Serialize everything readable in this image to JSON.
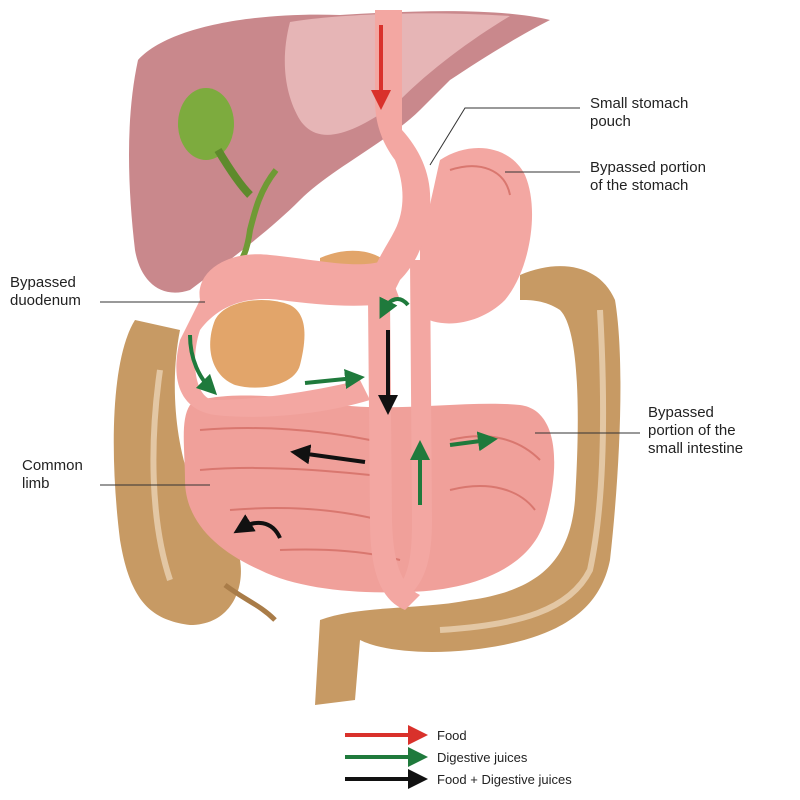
{
  "labels": {
    "small_stomach_pouch": [
      "Small stomach",
      "pouch"
    ],
    "bypassed_stomach": [
      "Bypassed portion",
      "of the stomach"
    ],
    "bypassed_duodenum": [
      "Bypassed",
      "duodenum"
    ],
    "bypassed_small_intestine": [
      "Bypassed",
      "portion of the",
      "small intestine"
    ],
    "common_limb": [
      "Common",
      "limb"
    ]
  },
  "legend": [
    {
      "label": "Food",
      "color": "#d9312b"
    },
    {
      "label": "Digestive juices",
      "color": "#1f7a3c"
    },
    {
      "label": "Food + Digestive juices",
      "color": "#111111"
    }
  ],
  "colors": {
    "liver": "#c9888c",
    "liver_light": "#e6b5b6",
    "gallbladder": "#7dab3e",
    "stomach": "#f3a7a2",
    "stomach_dark": "#d9776f",
    "intestine": "#f0a09a",
    "colon": "#c79a64",
    "colon_dark": "#a97c48",
    "pancreas": "#e2a56a",
    "food_arrow": "#d9312b",
    "juice_arrow": "#1f7a3c",
    "mix_arrow": "#111111"
  }
}
